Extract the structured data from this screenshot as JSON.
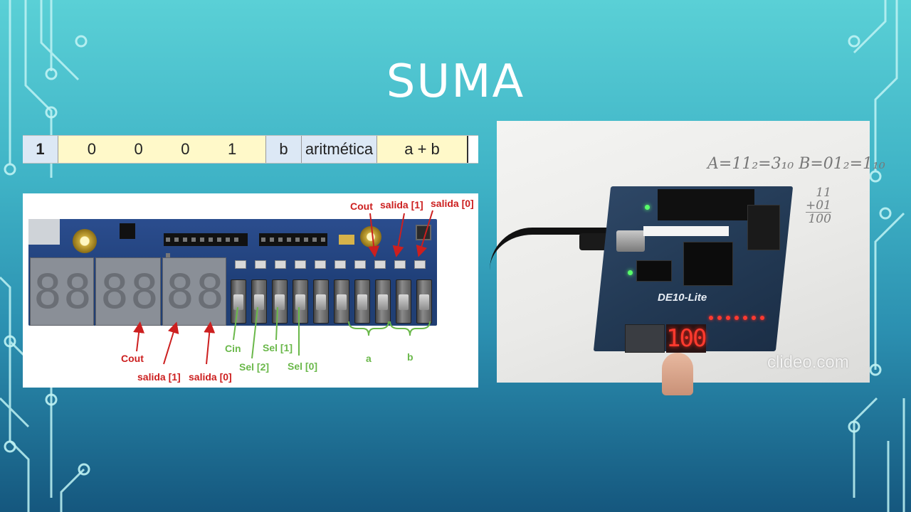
{
  "slide": {
    "title": "SUMA"
  },
  "table_row": {
    "first": "1",
    "bits": [
      "0",
      "0",
      "0",
      "1"
    ],
    "letter": "b",
    "kind": "aritmética",
    "operation": "a + b"
  },
  "board_diagram": {
    "labels_red": {
      "cout_bottom": "Cout",
      "salida1_bottom": "salida [1]",
      "salida0_bottom": "salida [0]",
      "cout_top": "Cout",
      "salida1_top": "salida [1]",
      "salida0_top": "salida [0]"
    },
    "labels_green": {
      "cin": "Cin",
      "sel2": "Sel [2]",
      "sel1": "Sel [1]",
      "sel0": "Sel [0]",
      "a": "a",
      "b": "b"
    },
    "seven_segment_digits": [
      "8",
      "8",
      "8",
      "8",
      "8",
      "8",
      "8",
      "8"
    ]
  },
  "photo": {
    "handwriting_line": "A=11₂=3₁₀ B=01₂=1₁₀",
    "handwriting_sum": [
      "11",
      "+01",
      "100"
    ],
    "board_brand": "DE10-Lite",
    "display_value": "100",
    "watermark": "clideo.com"
  },
  "colors": {
    "label_red": "#cc1f1f",
    "label_green": "#6ab84a",
    "table_yellow": "#fff9c9",
    "table_blue": "#dce8f5"
  }
}
